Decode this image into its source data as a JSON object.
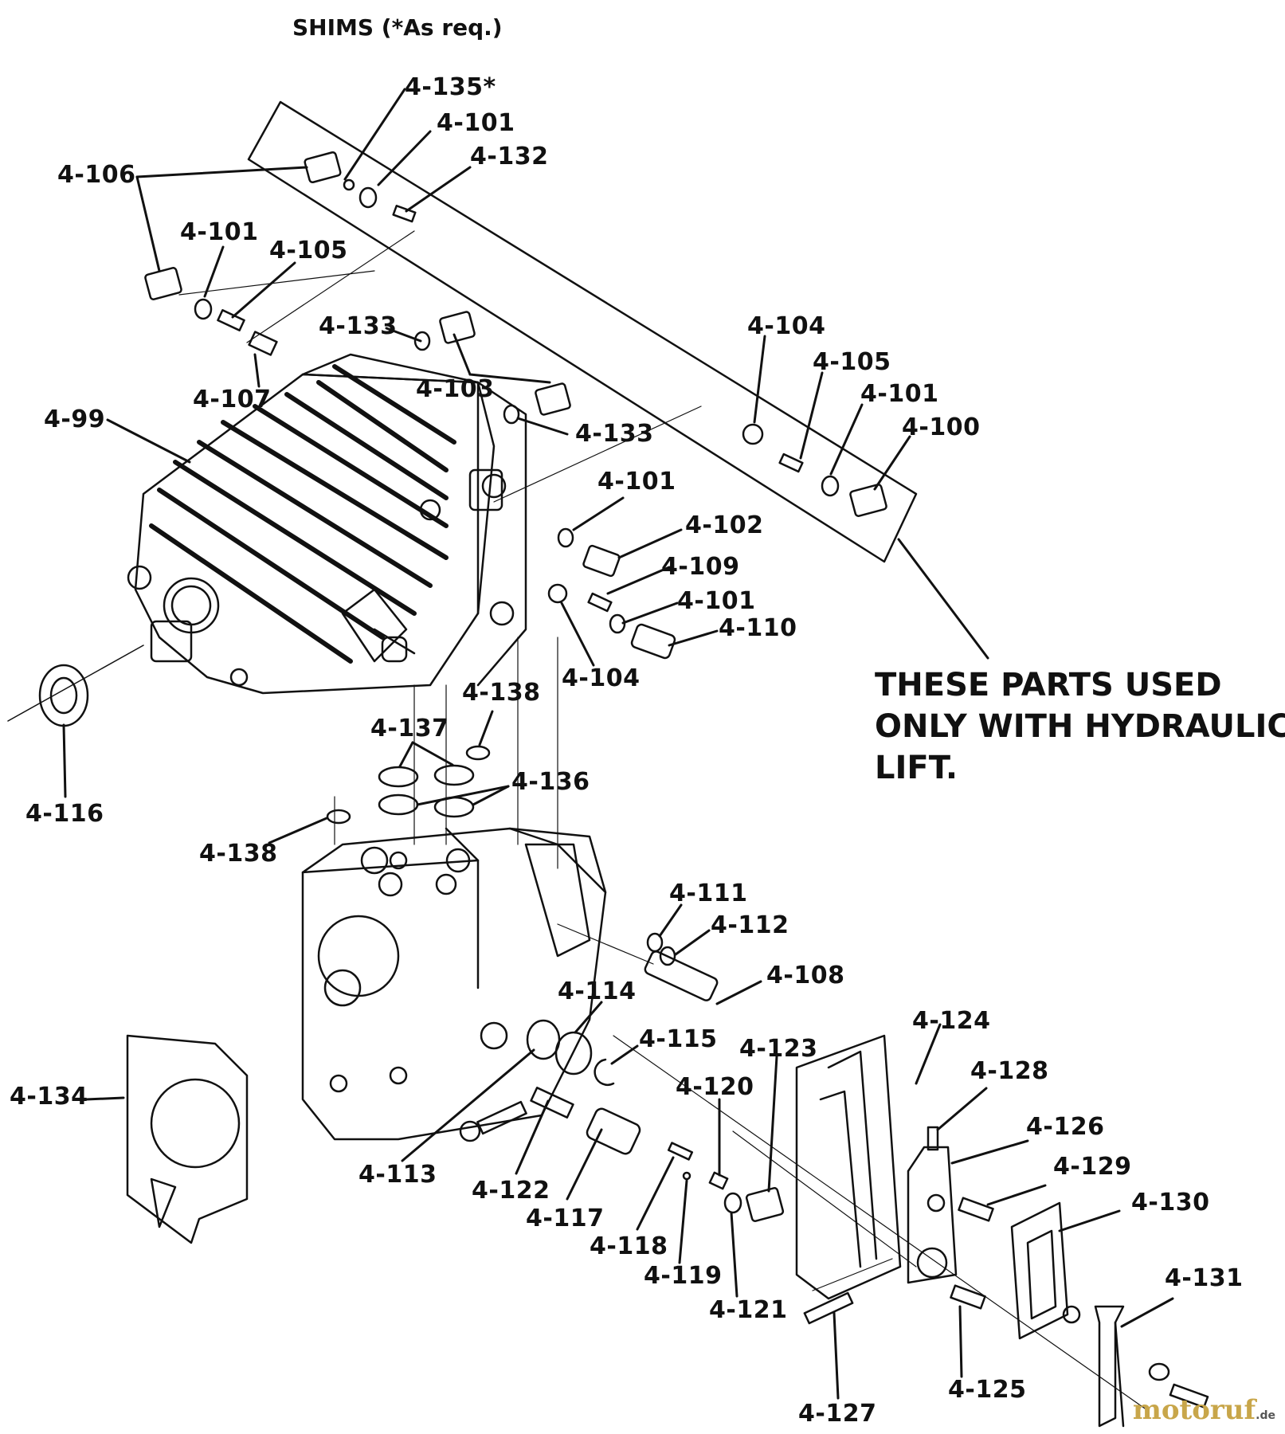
{
  "title": "SHIMS (*As req.)",
  "note": {
    "line1": "THESE PARTS USED",
    "line2": "ONLY WITH HYDRAULIC",
    "line3": "LIFT."
  },
  "watermark": {
    "brand": "motoruf",
    "tld": ".de"
  },
  "labels": [
    "4-135*",
    "4-101",
    "4-132",
    "4-106",
    "4-101",
    "4-105",
    "4-133",
    "4-107",
    "4-103",
    "4-104",
    "4-105",
    "4-101",
    "4-100",
    "4-99",
    "4-133",
    "4-101",
    "4-102",
    "4-109",
    "4-101",
    "4-110",
    "4-104",
    "4-138",
    "4-137",
    "4-136",
    "4-116",
    "4-138",
    "4-111",
    "4-112",
    "4-108",
    "4-114",
    "4-115",
    "4-124",
    "4-123",
    "4-128",
    "4-120",
    "4-126",
    "4-129",
    "4-134",
    "4-130",
    "4-113",
    "4-122",
    "4-117",
    "4-118",
    "4-119",
    "4-121",
    "4-131",
    "4-125",
    "4-127"
  ]
}
